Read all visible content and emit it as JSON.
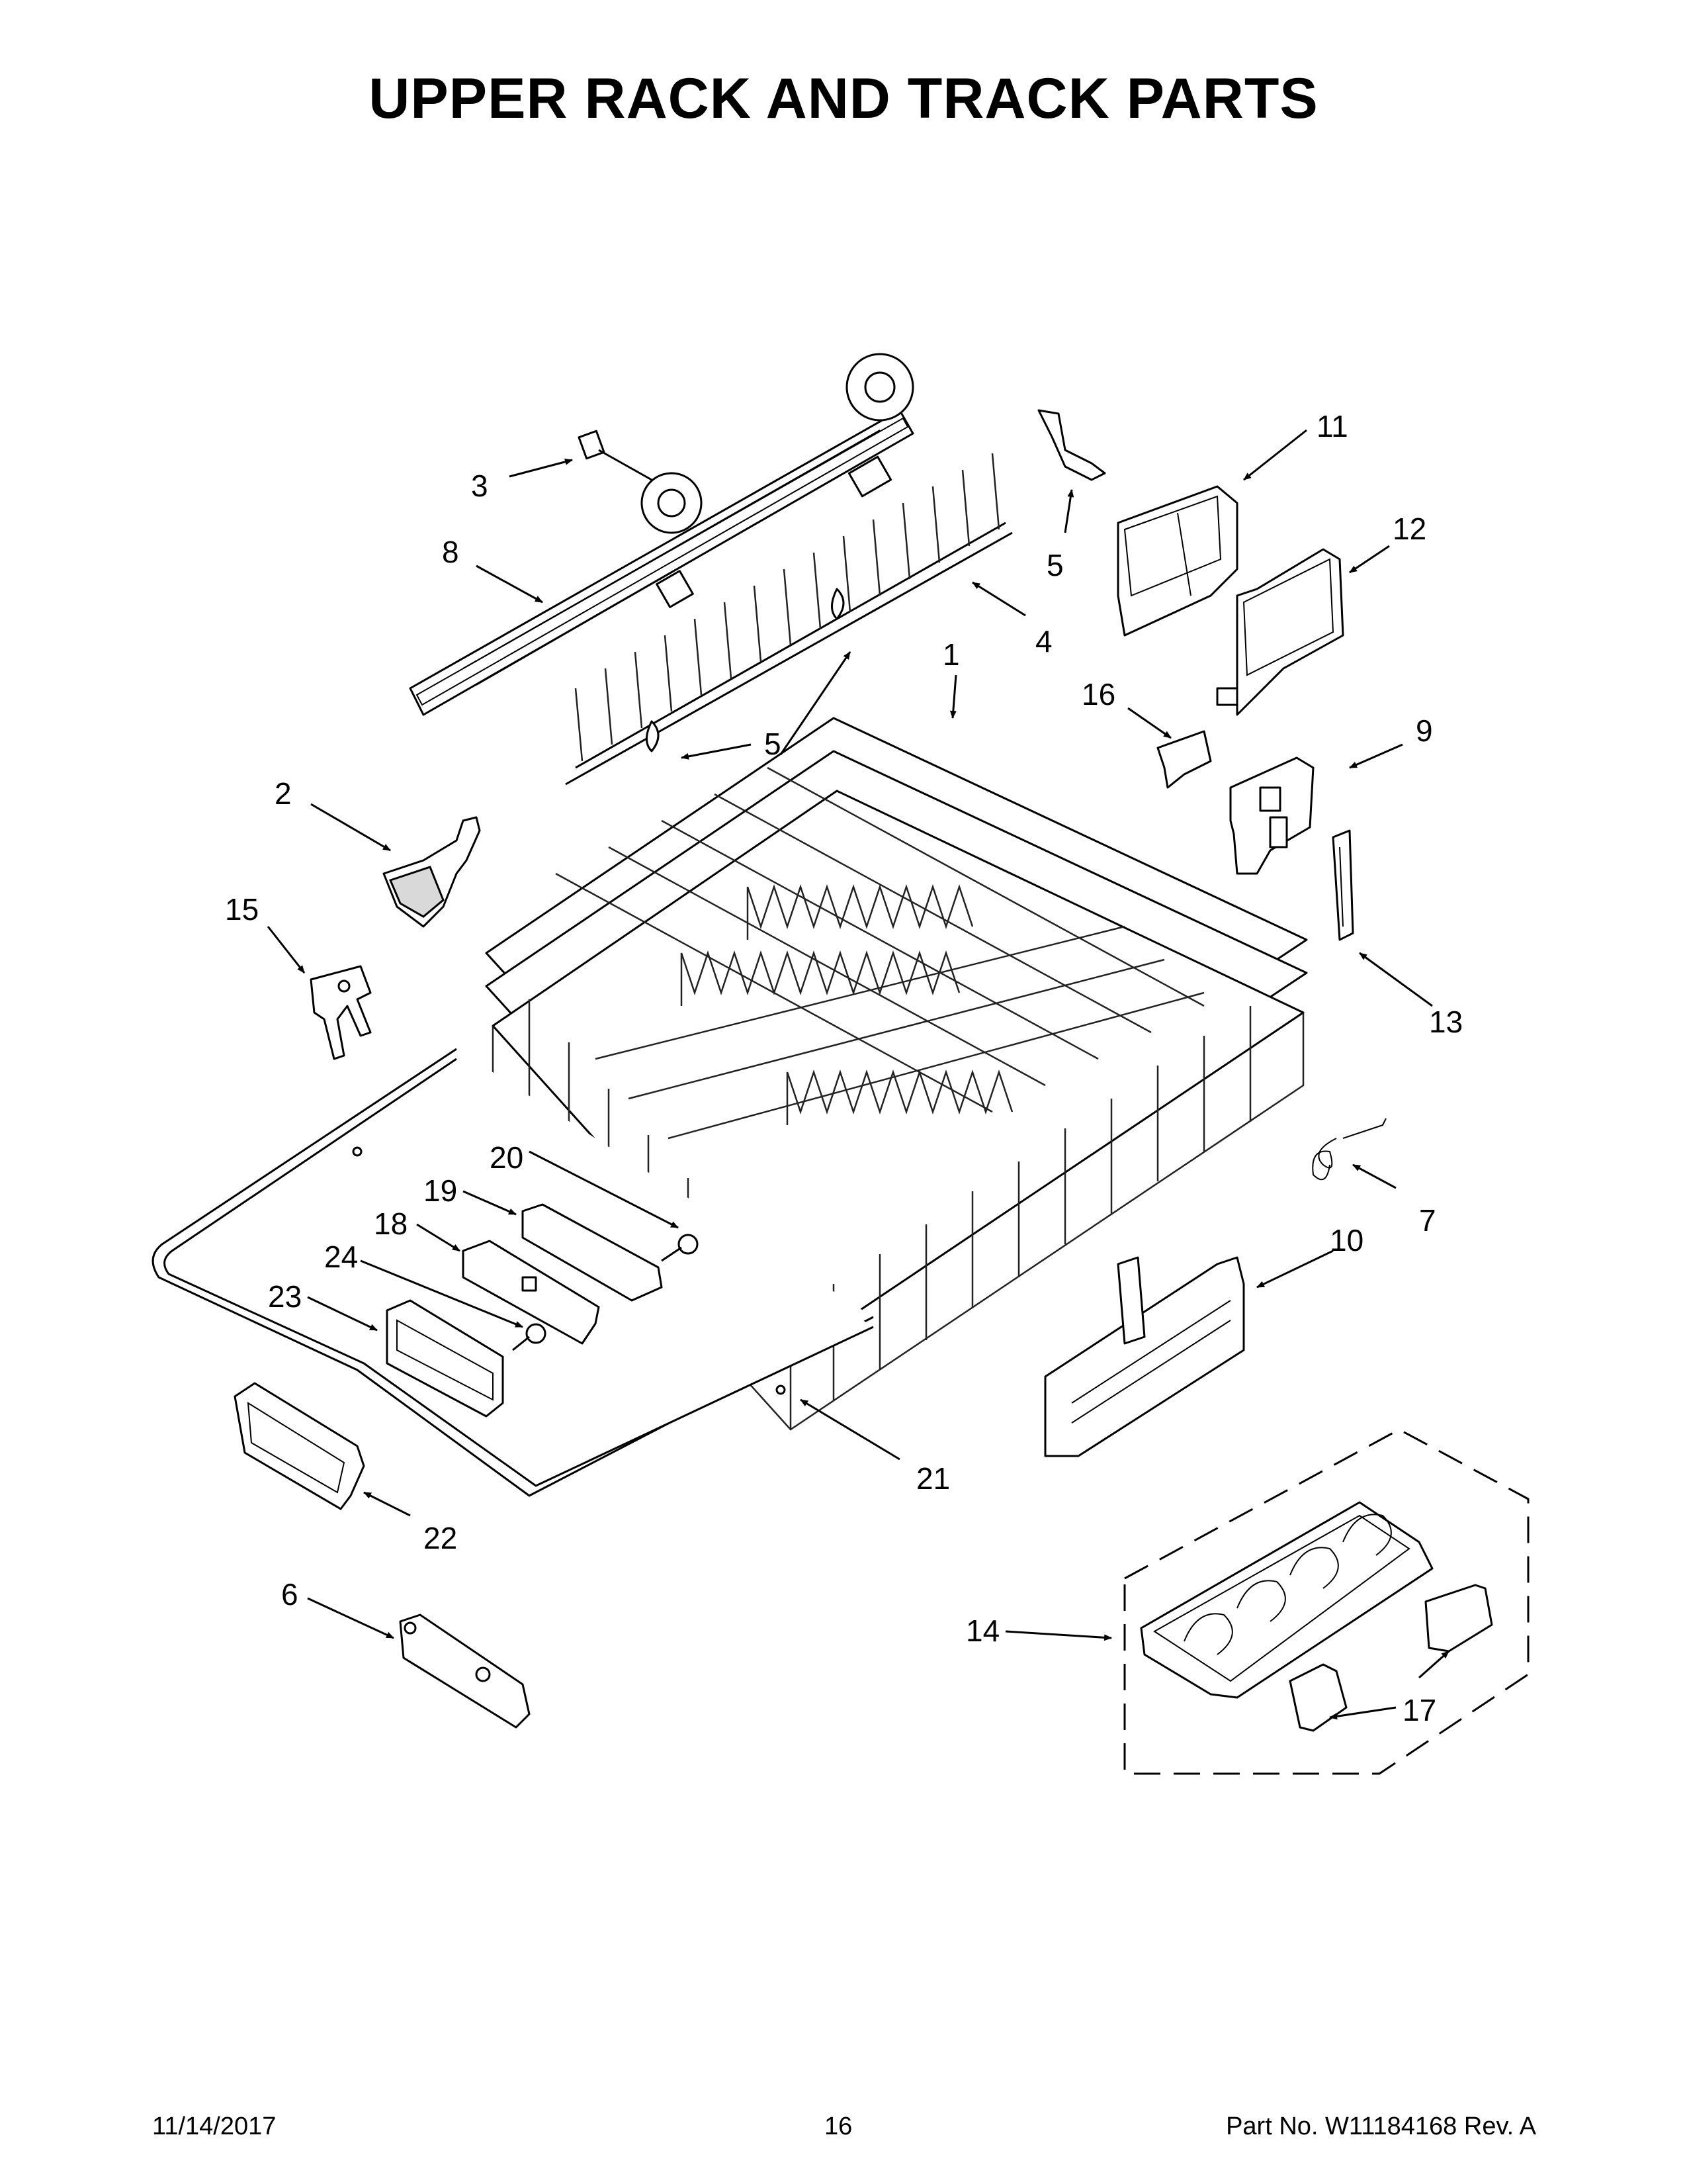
{
  "title": "UPPER RACK AND TRACK PARTS",
  "callouts": {
    "c1": "1",
    "c2": "2",
    "c3": "3",
    "c4": "4",
    "c5a": "5",
    "c5b": "5",
    "c6": "6",
    "c7": "7",
    "c8": "8",
    "c9": "9",
    "c10": "10",
    "c11": "11",
    "c12": "12",
    "c13": "13",
    "c14": "14",
    "c15": "15",
    "c16": "16",
    "c17": "17",
    "c18": "18",
    "c19": "19",
    "c20": "20",
    "c21": "21",
    "c22": "22",
    "c23": "23",
    "c24": "24"
  },
  "footer": {
    "date": "11/14/2017",
    "page": "16",
    "part": "Part No.  W11184168  Rev.  A"
  }
}
